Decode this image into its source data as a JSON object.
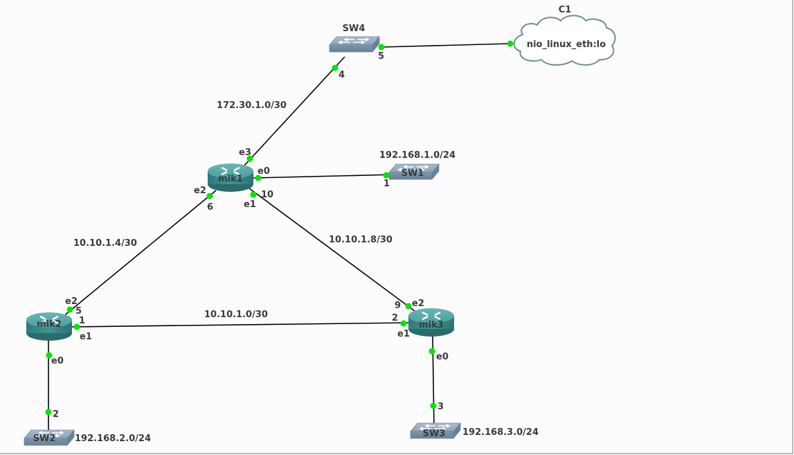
{
  "canvas": {
    "background": "#fcfcfc",
    "link_color": "#000000",
    "port_color": "#00e600"
  },
  "nodes": [
    {
      "id": "SW4",
      "type": "switch",
      "label": "SW4"
    },
    {
      "id": "C1",
      "type": "cloud",
      "label": "C1",
      "inner_label": "nio_linux_eth:lo"
    },
    {
      "id": "mik1",
      "type": "router",
      "label": "mik1"
    },
    {
      "id": "SW1",
      "type": "switch",
      "label": "SW1",
      "note": "192.168.1.0/24"
    },
    {
      "id": "mik2",
      "type": "router",
      "label": "mik2"
    },
    {
      "id": "mik3",
      "type": "router",
      "label": "mik3"
    },
    {
      "id": "SW2",
      "type": "switch",
      "label": "SW2",
      "note": "192.168.2.0/24"
    },
    {
      "id": "SW3",
      "type": "switch",
      "label": "SW3",
      "note": "192.168.3.0/24"
    }
  ],
  "links": [
    {
      "from": "SW4",
      "from_port": "5",
      "to": "C1",
      "to_port": "",
      "label": ""
    },
    {
      "from": "SW4",
      "from_port": "4",
      "to": "mik1",
      "to_port": "e3",
      "label": "172.30.1.0/30"
    },
    {
      "from": "mik1",
      "from_port": "e0",
      "to": "SW1",
      "to_port": "1",
      "label": ""
    },
    {
      "from": "mik1",
      "from_port": "e2",
      "to": "mik2",
      "to_port": "e2",
      "label": "10.10.1.4/30",
      "from_sw_port": "6",
      "to_sw_port": "5"
    },
    {
      "from": "mik1",
      "from_port": "e1",
      "to": "mik3",
      "to_port": "e2",
      "label": "10.10.1.8/30",
      "from_sw_port": "10",
      "to_sw_port": "9"
    },
    {
      "from": "mik2",
      "from_port": "e1",
      "to": "mik3",
      "to_port": "e1",
      "label": "10.10.1.0/30",
      "from_sw_port": "1",
      "to_sw_port": "2"
    },
    {
      "from": "mik2",
      "from_port": "e0",
      "to": "SW2",
      "to_port": "2",
      "label": ""
    },
    {
      "from": "mik3",
      "from_port": "e0",
      "to": "SW3",
      "to_port": "3",
      "label": ""
    }
  ],
  "port_labels": {
    "sw4_5": "5",
    "sw4_4": "4",
    "mik1_e3": "e3",
    "mik1_e0": "e0",
    "mik1_e2": "e2",
    "mik1_e1": "e1",
    "mik1_6": "6",
    "mik1_10": "10",
    "sw1_1": "1",
    "mik2_e2": "e2",
    "mik2_5": "5",
    "mik2_1": "1",
    "mik2_e1": "e1",
    "mik2_e0": "e0",
    "sw2_2": "2",
    "mik3_9": "9",
    "mik3_e2": "e2",
    "mik3_2": "2",
    "mik3_e1": "e1",
    "mik3_e0": "e0",
    "sw3_3": "3"
  },
  "link_labels": {
    "l_sw4_mik1": "172.30.1.0/30",
    "l_mik1_mik2": "10.10.1.4/30",
    "l_mik1_mik3": "10.10.1.8/30",
    "l_mik2_mik3": "10.10.1.0/30"
  }
}
